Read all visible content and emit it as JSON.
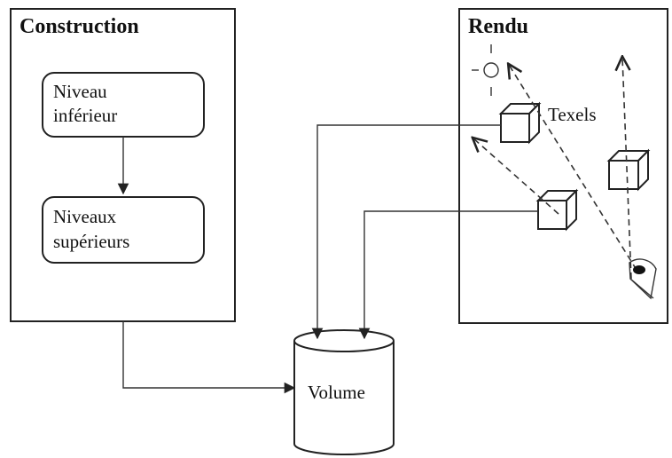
{
  "construction": {
    "title": "Construction",
    "lower_level": [
      "Niveau",
      "inférieur"
    ],
    "upper_levels": [
      "Niveaux",
      "supérieurs"
    ]
  },
  "render": {
    "title": "Rendu",
    "texels_label": "Texels"
  },
  "storage": {
    "volume_label": "Volume"
  }
}
